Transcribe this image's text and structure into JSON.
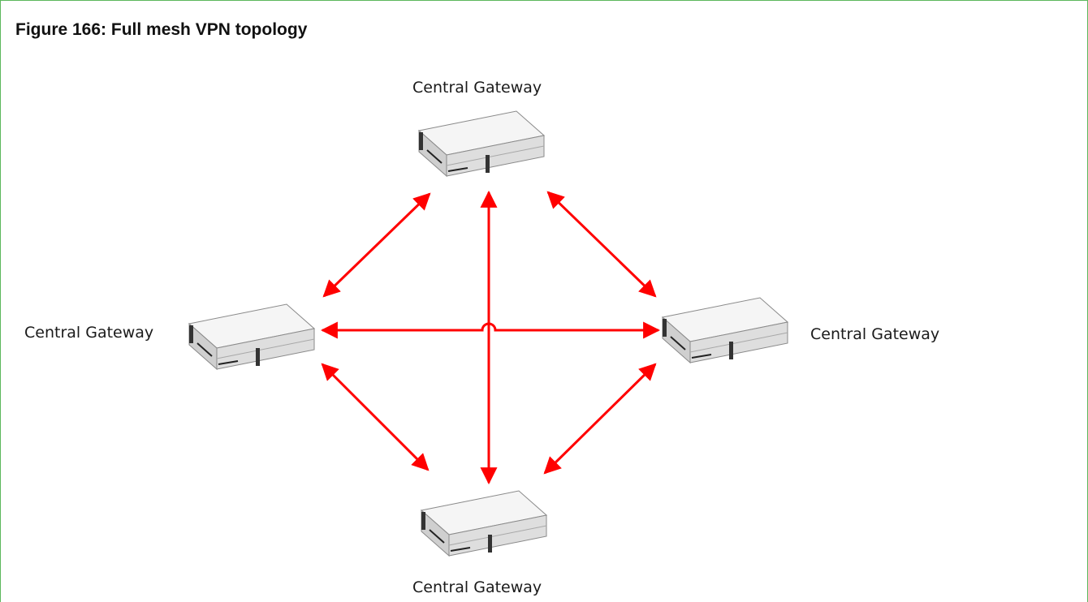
{
  "figure": {
    "title": "Figure 166: Full mesh VPN topology"
  },
  "nodes": {
    "top": {
      "label": "Central Gateway",
      "icon": "server-icon"
    },
    "left": {
      "label": "Central Gateway",
      "icon": "server-icon"
    },
    "right": {
      "label": "Central Gateway",
      "icon": "server-icon"
    },
    "bottom": {
      "label": "Central Gateway",
      "icon": "server-icon"
    }
  },
  "connections": [
    {
      "from": "top",
      "to": "left"
    },
    {
      "from": "top",
      "to": "right"
    },
    {
      "from": "top",
      "to": "bottom"
    },
    {
      "from": "left",
      "to": "right"
    },
    {
      "from": "left",
      "to": "bottom"
    },
    {
      "from": "right",
      "to": "bottom"
    }
  ],
  "colors": {
    "border": "#5cb85c",
    "arrow": "#ff0000",
    "server_top": "#f4f4f4",
    "server_front": "#d9d9d9",
    "server_side": "#bdbdbd"
  }
}
